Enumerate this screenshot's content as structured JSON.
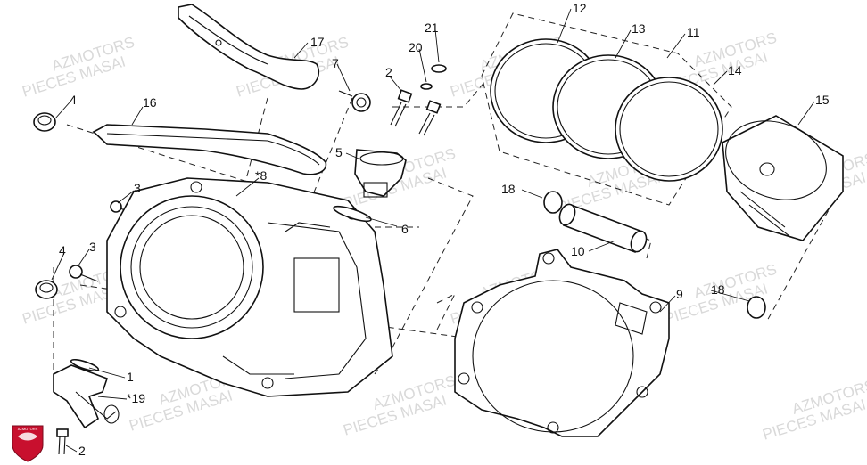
{
  "watermark": {
    "line1": "AZMOTORS",
    "line2": "PIECES MASAI"
  },
  "logo": {
    "text": "AZMOTORS"
  },
  "callouts": {
    "c1": "1",
    "c2a": "2",
    "c2b": "2",
    "c3a": "3",
    "c3b": "3",
    "c4a": "4",
    "c4b": "4",
    "c5": "5",
    "c6": "6",
    "c7": "7",
    "c8": "*8",
    "c9": "9",
    "c10": "10",
    "c11": "11",
    "c12": "12",
    "c13": "13",
    "c14": "14",
    "c15": "15",
    "c16": "16",
    "c17": "17",
    "c18a": "18",
    "c18b": "18",
    "c19": "*19",
    "c20": "20",
    "c21": "21"
  }
}
